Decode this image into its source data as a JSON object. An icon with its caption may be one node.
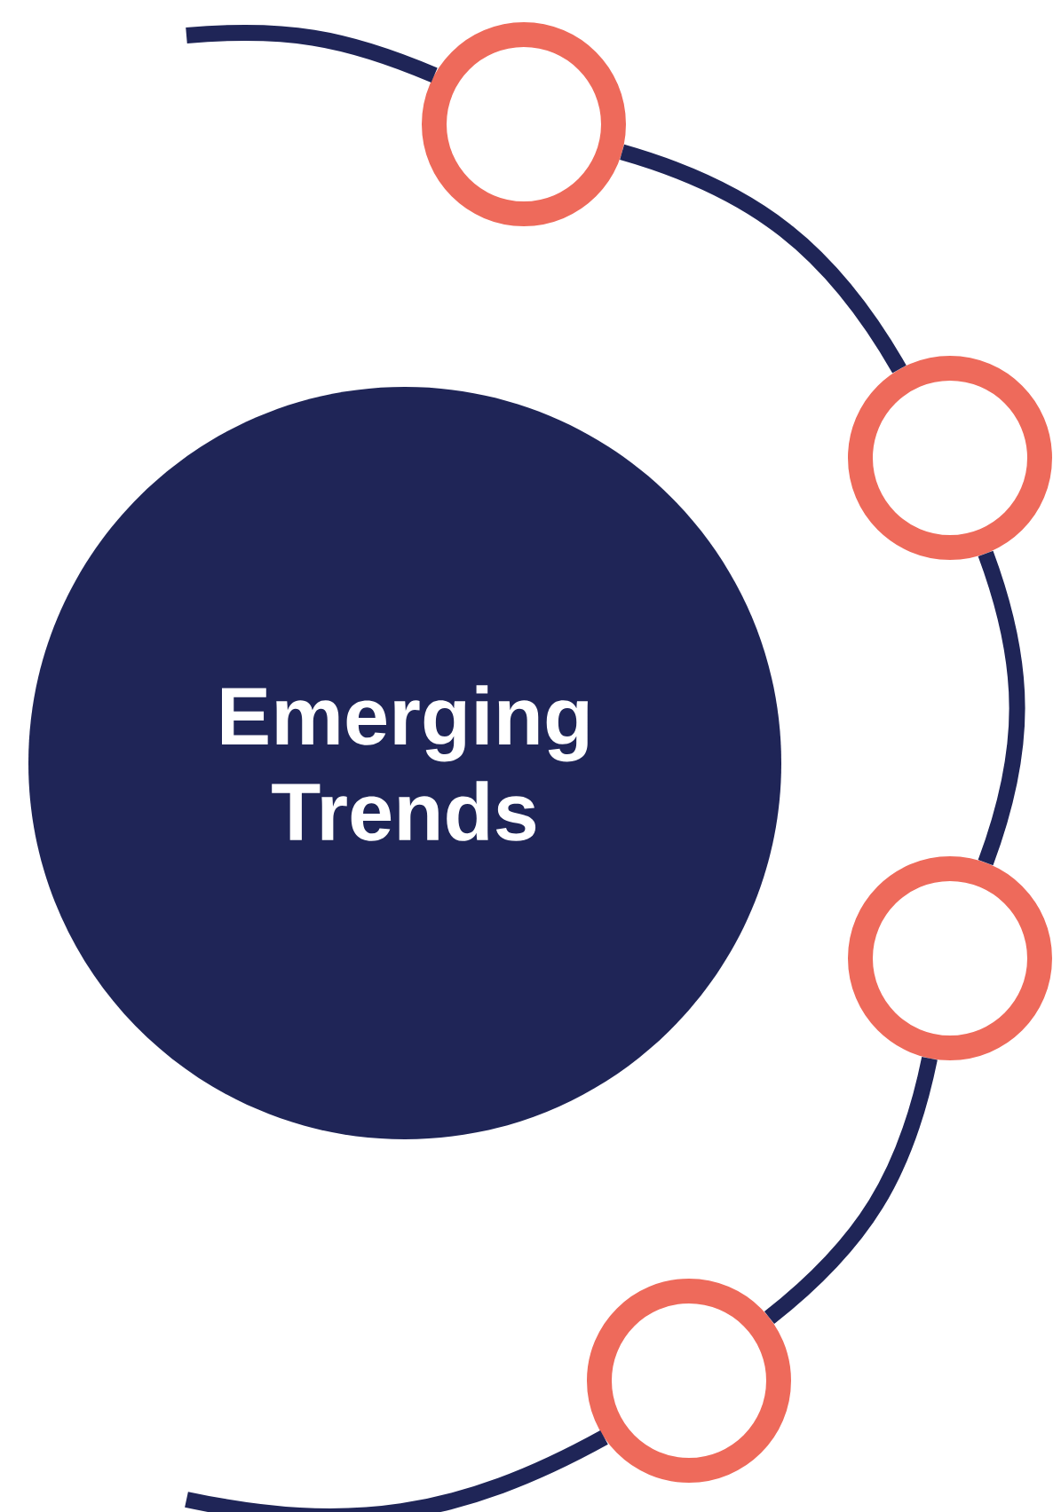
{
  "diagram": {
    "nodes": [
      {
        "text": [
          "Emerging Trends"
        ]
      },
      {
        "text": [],
        "shape": "circle"
      },
      {
        "text": [],
        "shape": "circle"
      },
      {
        "text": [],
        "shape": "circle"
      },
      {
        "text": [],
        "shape": "circle"
      }
    ],
    "edges": [
      {
        "from": null,
        "to": 1,
        "arrow": "none"
      },
      {
        "from": 1,
        "to": 2,
        "arrow": "none"
      },
      {
        "from": 2,
        "to": 3,
        "arrow": "none"
      },
      {
        "from": 3,
        "to": 4,
        "arrow": "none"
      },
      {
        "from": 4,
        "to": null,
        "arrow": "none"
      }
    ]
  }
}
